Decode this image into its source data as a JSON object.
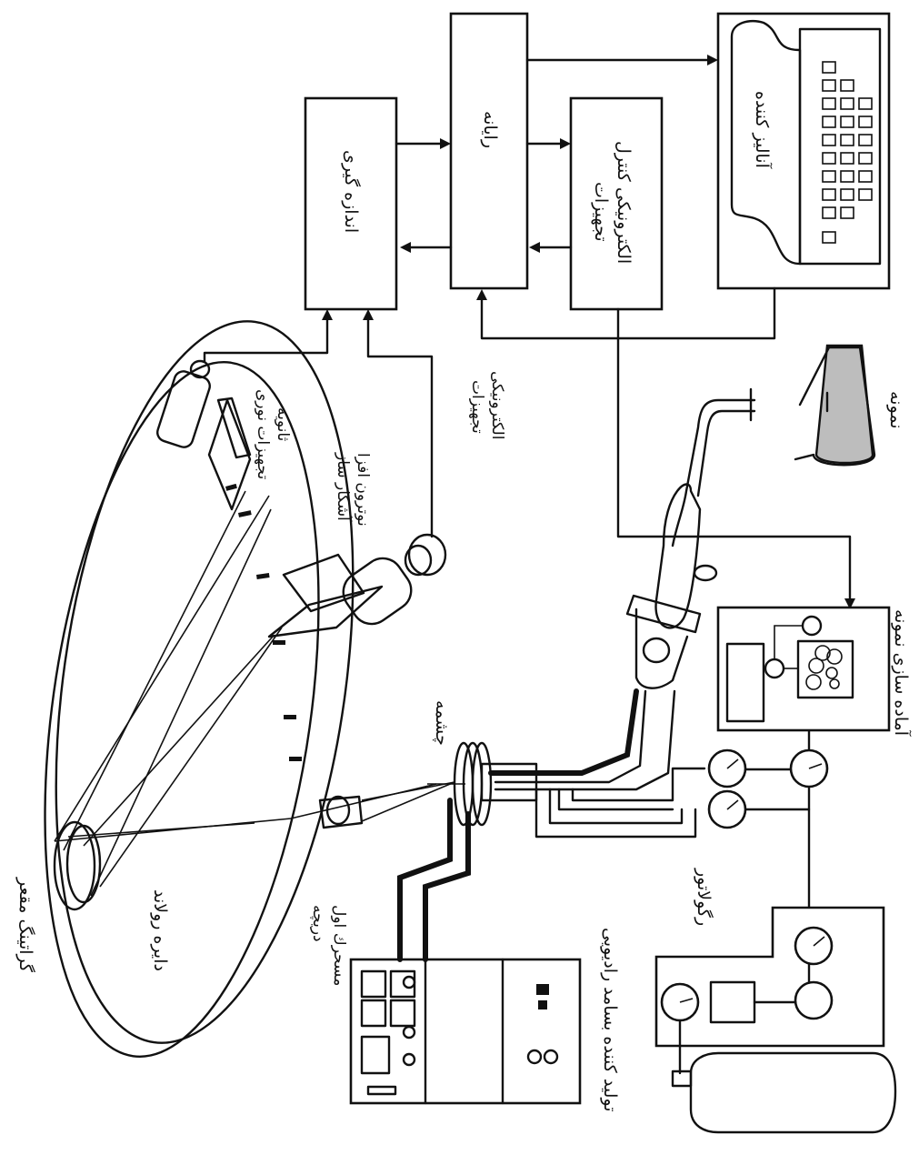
{
  "labels": {
    "grating": "گراتینگ مقعر",
    "rowland": "دایره رولاند",
    "entrance_slit_1": "دریچه",
    "entrance_slit_2": "مسحرك اول",
    "source": "چشمه",
    "rf_generator": "تولید کننده بسامد رادیویی",
    "regulator": "رگولاتور",
    "sample_prep": "آماده سازی نمونه",
    "sample": "نمونه",
    "electronic_equipment_1": "تجهیزات",
    "electronic_equipment_2": "الکترونیکی",
    "photomultiplier_1": "آشکار ساز",
    "photomultiplier_2": "نوترون افزا",
    "optics_1": "تجهیزات نوری",
    "optics_2": "ثانویه",
    "measurement": "اندازه گیری",
    "computer": "رایانه",
    "control_1": "تجهیزات",
    "control_2": "الکترونیکی کنترل",
    "analyzer": "آنالیز کننده"
  }
}
